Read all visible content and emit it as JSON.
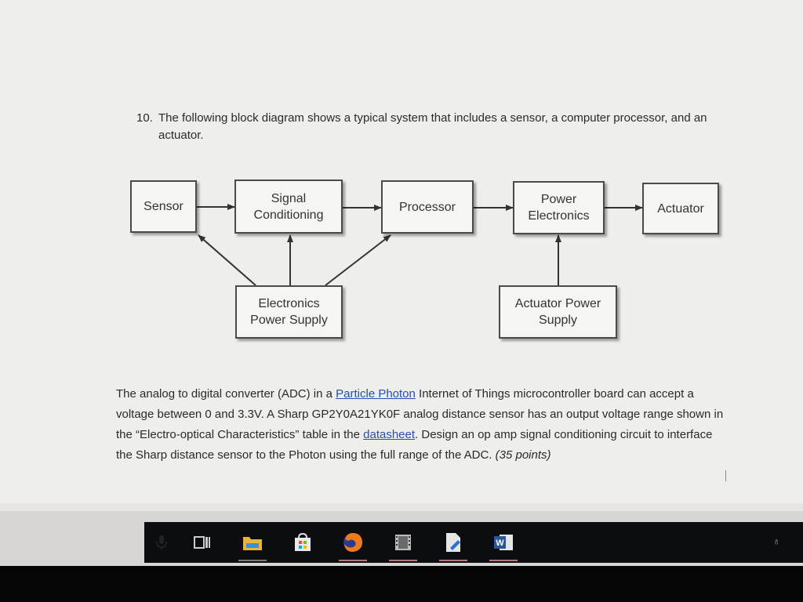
{
  "question": {
    "number": "10.",
    "text": "The following block diagram shows a typical system that includes a sensor, a computer processor, and an actuator."
  },
  "diagram": {
    "blocks": {
      "sensor": "Sensor",
      "signal_conditioning": "Signal\nConditioning",
      "processor": "Processor",
      "power_electronics": "Power\nElectronics",
      "actuator": "Actuator",
      "electronics_power_supply": "Electronics\nPower Supply",
      "actuator_power_supply": "Actuator Power\nSupply"
    }
  },
  "paragraph": {
    "part1": "The analog to digital converter (ADC) in a ",
    "link1": "Particle Photon",
    "part2": " Internet of Things microcontroller board can accept a voltage between 0 and 3.3V. A Sharp GP2Y0A21YK0F analog distance sensor has an output voltage range shown in the “Electro-optical Characteristics” table in the ",
    "link2": "datasheet",
    "part3": ". Design an op amp signal conditioning circuit to interface the Sharp distance sensor to the Photon using the full range of the ADC. ",
    "points": "(35 points)"
  },
  "taskbar": {
    "icons": [
      "microphone-icon",
      "task-view-icon",
      "file-explorer-icon",
      "store-icon",
      "firefox-icon",
      "film-icon",
      "pdf-icon",
      "word-icon"
    ],
    "word_label": "W",
    "people_glyph": "♁"
  }
}
